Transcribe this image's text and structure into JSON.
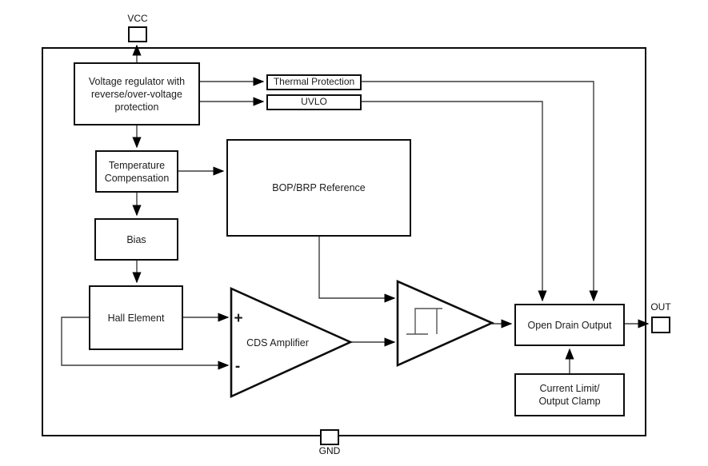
{
  "pins": {
    "vcc": "VCC",
    "gnd": "GND",
    "out": "OUT"
  },
  "blocks": {
    "voltage_regulator": "Voltage regulator with reverse/over-voltage protection",
    "thermal_protection": "Thermal Protection",
    "uvlo": "UVLO",
    "temperature_compensation": "Temperature Compensation",
    "bop_brp_reference": "BOP/BRP Reference",
    "bias": "Bias",
    "hall_element": "Hall Element",
    "open_drain_output": "Open Drain Output",
    "current_limit_output_clamp": "Current Limit/ Output Clamp"
  },
  "amplifiers": {
    "cds_label": "CDS Amplifier",
    "plus": "+",
    "minus": "-"
  },
  "colors": {
    "background": "#ffffff",
    "line": "#3d3d3d",
    "border": "#0d0d0d",
    "text": "#1c1c1c"
  }
}
